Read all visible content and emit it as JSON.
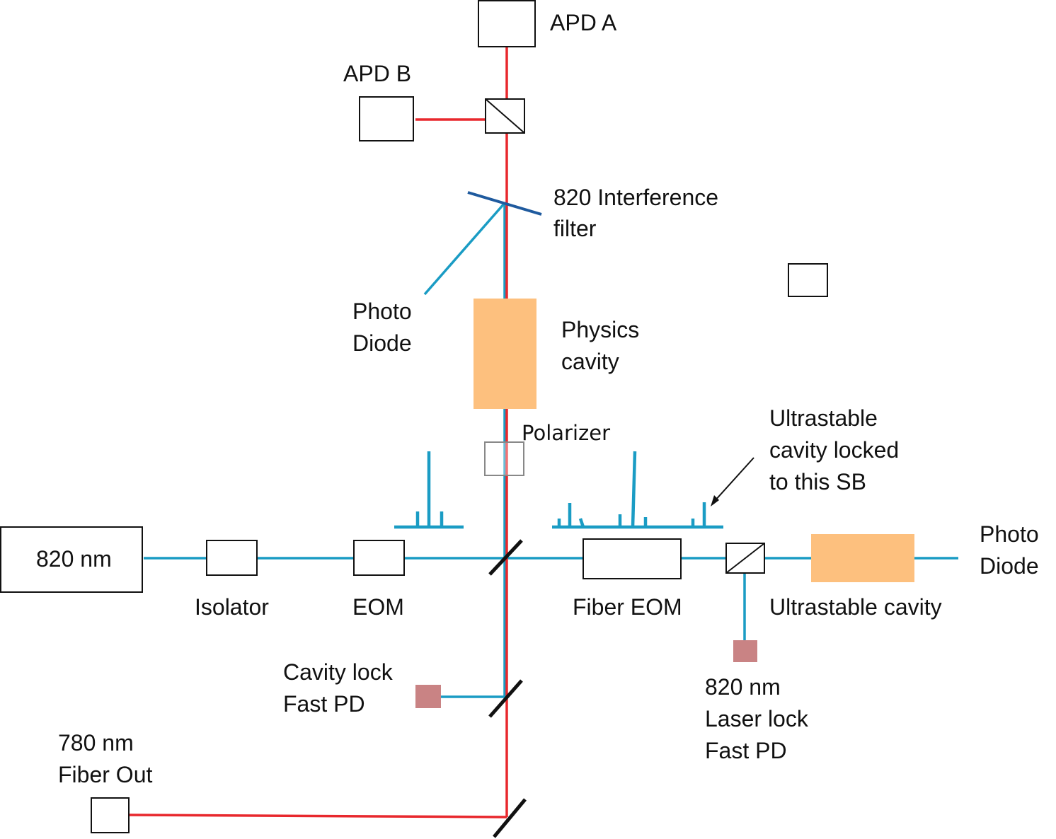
{
  "colors": {
    "beam_820": "#1a9cc4",
    "beam_780": "#e8282d",
    "filter": "#1f5a9e",
    "cavity_fill": "#fdc07e",
    "fast_pd": "#c98384",
    "mirror": "#111111",
    "outline": "#111111"
  },
  "labels": {
    "apd_a": "APD A",
    "apd_b": "APD B",
    "filter_line1": "820 Interference",
    "filter_line2": "filter",
    "photodiode_top_line1": "Photo",
    "photodiode_top_line2": "Diode",
    "physics_line1": "Physics",
    "physics_line2": "cavity",
    "polarizer": "Polarizer",
    "ultrastable_note_line1": "Ultrastable",
    "ultrastable_note_line2": "cavity locked",
    "ultrastable_note_line3": "to this SB",
    "laser_820": "820 nm",
    "isolator": "Isolator",
    "eom": "EOM",
    "fiber_eom": "Fiber EOM",
    "ultrastable_cavity": "Ultrastable cavity",
    "photodiode_right_line1": "Photo",
    "photodiode_right_line2": "Diode",
    "cavity_lock_line1": "Cavity lock",
    "cavity_lock_line2": "Fast PD",
    "laser_lock_line1": "820 nm",
    "laser_lock_line2": "Laser lock",
    "laser_lock_line3": "Fast PD",
    "fiber_out_line1": "780 nm",
    "fiber_out_line2": "Fiber Out"
  }
}
